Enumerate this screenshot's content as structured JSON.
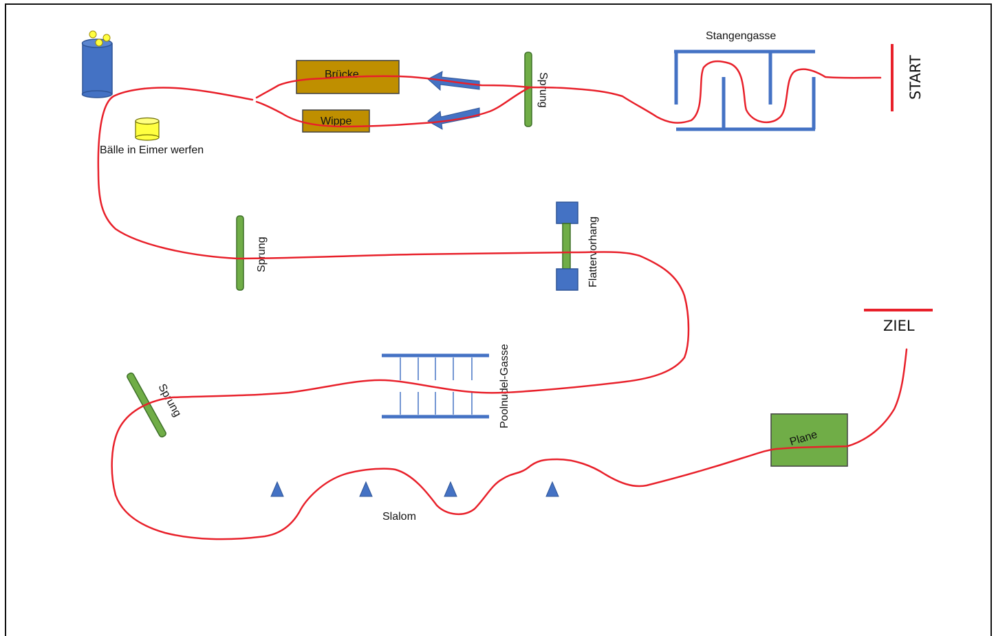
{
  "colors": {
    "course_line": "#e8202a",
    "blue": "#4472c4",
    "blue_dark": "#2f5597",
    "green": "#70ad47",
    "green_dark": "#3c6e27",
    "brown": "#bf8f00",
    "yellow": "#ffff40",
    "frame": "#111111"
  },
  "labels": {
    "start": "START",
    "ziel": "ZIEL",
    "stangengasse": "Stangengasse",
    "bruecke": "Brücke",
    "wippe": "Wippe",
    "sprung_top": "Sprung",
    "baelle": "Bälle in Eimer werfen",
    "sprung_middle": "Sprung",
    "flattervorhang": "Flattervorhang",
    "poolnudel": "Poolnudel-Gasse",
    "sprung_bottom": "Sprung",
    "slalom": "Slalom",
    "plane": "Plane"
  },
  "icons": {
    "bucket": "bucket-icon",
    "ball_basket": "yellow-basket-icon",
    "cone": "triangle-cone-icon",
    "arrow": "arrow-left-icon"
  }
}
